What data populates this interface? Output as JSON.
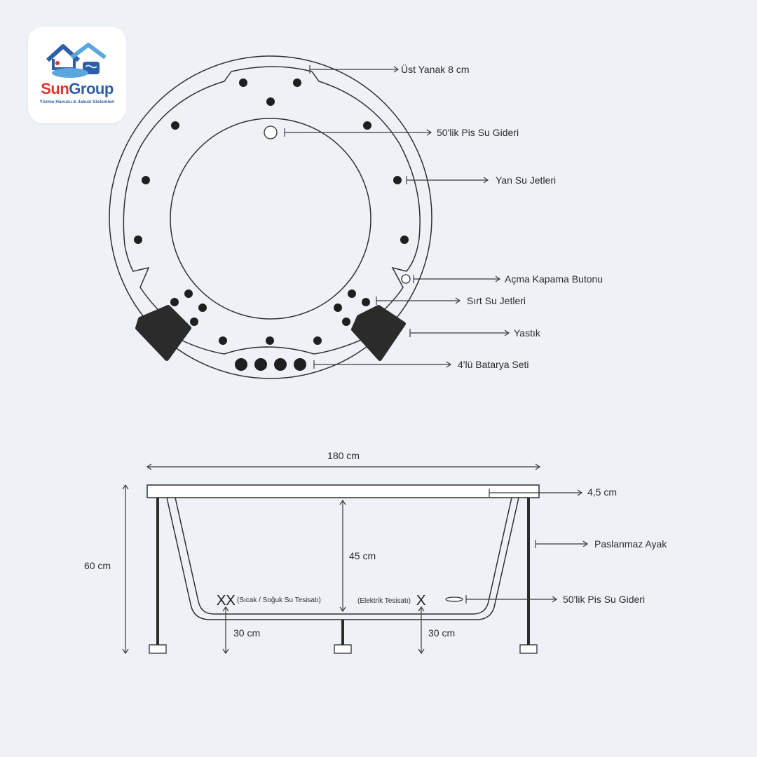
{
  "brand": {
    "name_part1": "Sun",
    "name_part2": "Group",
    "subtitle": "Yüzme Havuzu & Jakuzi Sistemleri",
    "colors": {
      "red": "#e5322d",
      "blue": "#2d5ea8",
      "light_blue": "#5aa7e0"
    }
  },
  "top_view": {
    "labels": {
      "ust_yanak": "Üst Yanak 8 cm",
      "pis_su_gideri": "50'lik Pis Su Gideri",
      "yan_su_jetleri": "Yan Su Jetleri",
      "acma_kapama": "Açma Kapama Butonu",
      "sirt_su_jetleri": "Sırt Su Jetleri",
      "yastik": "Yastık",
      "batarya_seti": "4'lü Batarya Seti"
    }
  },
  "side_view": {
    "width_label": "180 cm",
    "height_label": "60 cm",
    "depth_label": "45 cm",
    "rim_label": "4,5 cm",
    "leg_label": "Paslanmaz Ayak",
    "drain_label": "50'lik Pis Su Gideri",
    "left_clearance": "30 cm",
    "right_clearance": "30 cm",
    "water_mark": "XX",
    "water_note": "(Sıcak / Soğuk Su Tesisatı)",
    "electric_note": "(Elektrik Tesisatı)",
    "electric_mark": "X"
  }
}
